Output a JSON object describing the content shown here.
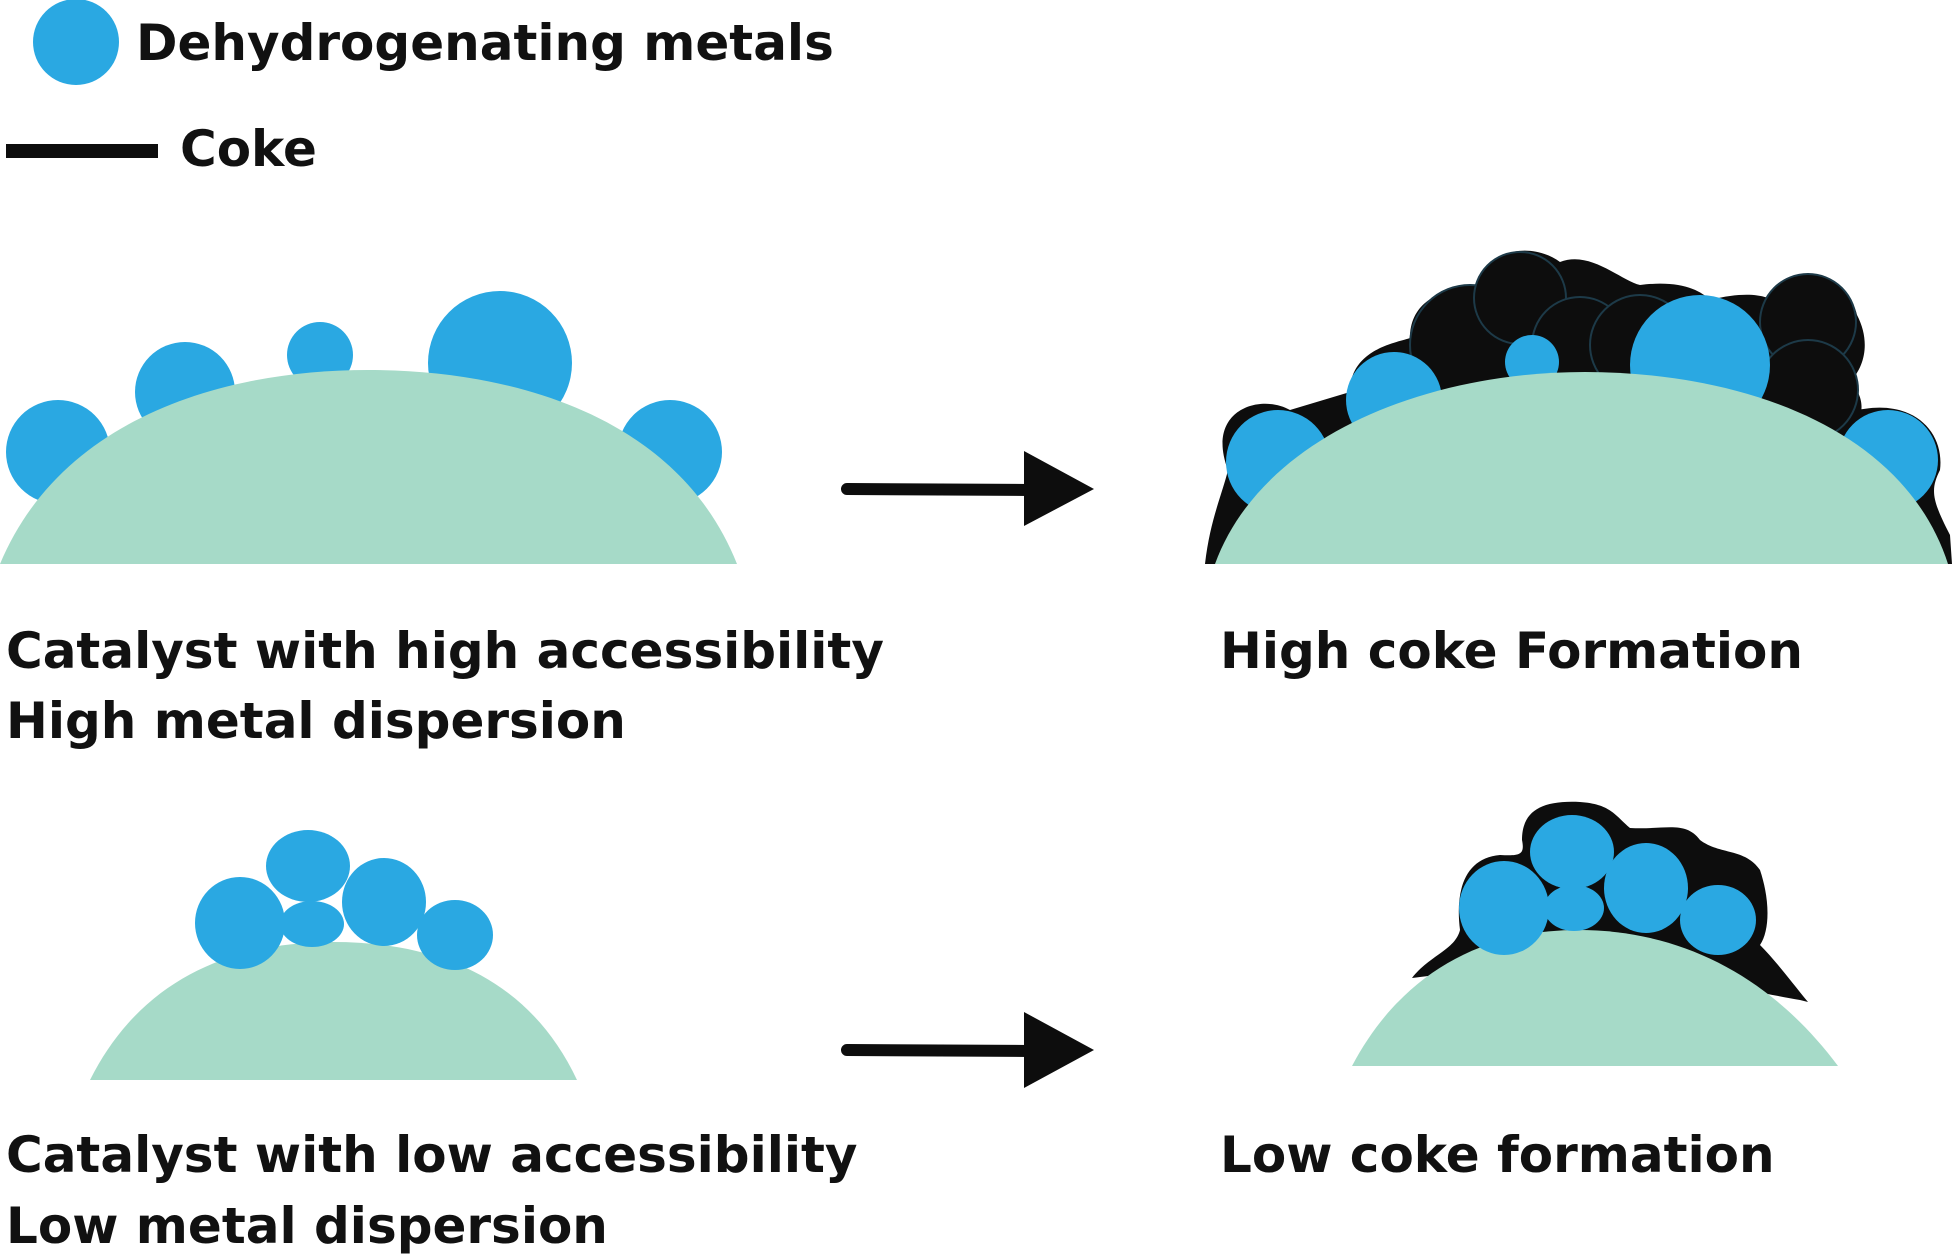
{
  "legend": {
    "metal_label": "Dehydrogenating metals",
    "coke_label": "Coke"
  },
  "panels": {
    "top_left_caption_line1": "Catalyst with high accessibility",
    "top_left_caption_line2": "High metal dispersion",
    "top_right_caption": "High coke Formation",
    "bottom_left_caption_line1": "Catalyst with low accessibility",
    "bottom_left_caption_line2": "Low metal dispersion",
    "bottom_right_caption": "Low coke formation"
  },
  "colors": {
    "metal": "#2aa8e2",
    "support": "#a6dac8",
    "coke": "#0d0d0d"
  }
}
